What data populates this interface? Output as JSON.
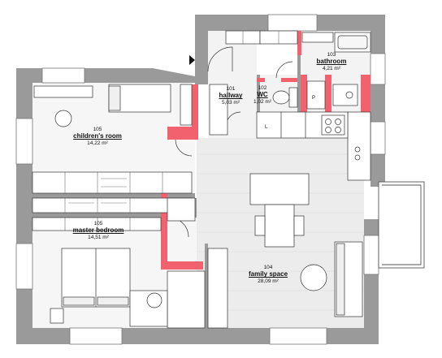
{
  "rooms": {
    "hallway": {
      "number": "101",
      "name": "hallway",
      "area": "5,03 m²"
    },
    "wc": {
      "number": "102",
      "name": "WC",
      "area": "1,02 m²"
    },
    "bathroom": {
      "number": "103",
      "name": "bathroom",
      "area": "4,21 m²"
    },
    "family_space": {
      "number": "104",
      "name": "family space",
      "area": "28,09 m²"
    },
    "childrens_room": {
      "number": "105",
      "name": "children's room",
      "area": "14,22 m²"
    },
    "master_bedroom": {
      "number": "105",
      "name": "master bedroom",
      "area": "14,51 m²"
    }
  },
  "fixture_labels": {
    "washer": "P",
    "fridge": "L"
  },
  "colors": {
    "wall": "#9a9a9a",
    "floor": "#ececec",
    "floor_light": "#f4f4f4",
    "new_wall": "#f2626e",
    "furniture_line": "#333333",
    "window": "#ffffff"
  }
}
